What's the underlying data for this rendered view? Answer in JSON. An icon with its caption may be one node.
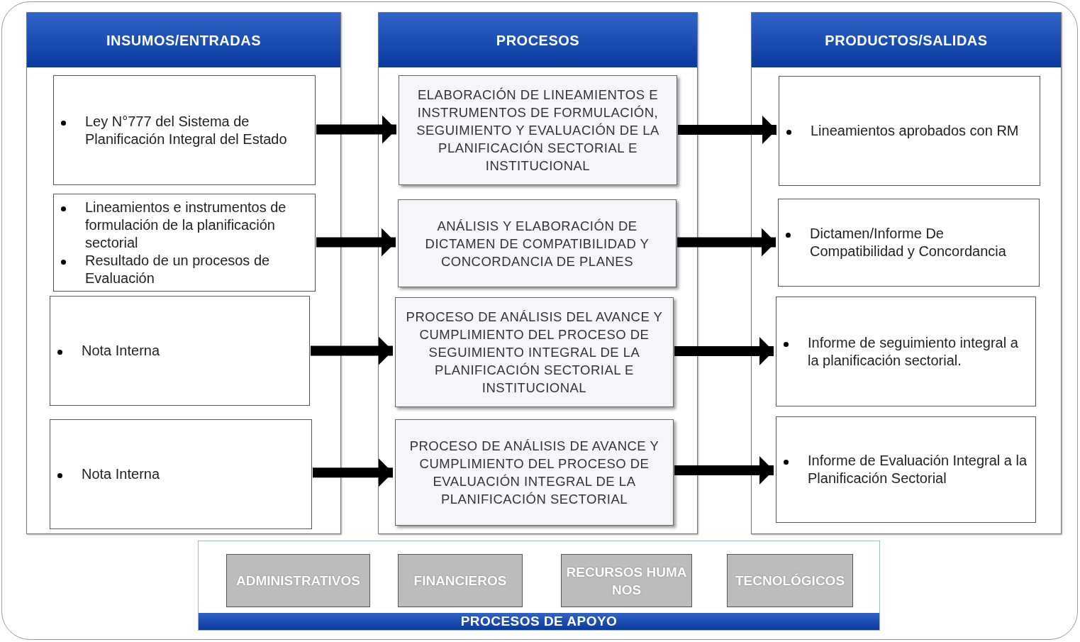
{
  "diagram": {
    "nodes": [
      {
        "text": [
          "INSUMOS/ENTRADAS"
        ]
      },
      {
        "text": [
          "Ley N°777 del Sistema de Planificación Integral del Estado"
        ],
        "in": 0
      },
      {
        "text": [
          "Lineamientos e instrumentos de formulación de la planificación sectorial",
          "Resultado de un procesos de Evaluación"
        ],
        "in": 0
      },
      {
        "text": [
          "Nota Interna"
        ],
        "in": 0
      },
      {
        "text": [
          "Nota Interna"
        ],
        "in": 0
      },
      {
        "text": [
          "PROCESOS"
        ]
      },
      {
        "text": [
          "ELABORACIÓN DE LINEAMIENTOS E INSTRUMENTOS DE FORMULACIÓN, SEGUIMIENTO Y EVALUACIÓN DE LA PLANIFICACIÓN SECTORIAL E INSTITUCIONAL"
        ],
        "in": 5
      },
      {
        "text": [
          "ANÁLISIS Y ELABORACIÓN DE DICTAMEN DE COMPATIBILIDAD Y CONCORDANCIA DE PLANES"
        ],
        "in": 5
      },
      {
        "text": [
          "PROCESO DE ANÁLISIS DEL AVANCE Y CUMPLIMIENTO DEL PROCESO DE SEGUIMIENTO INTEGRAL DE LA PLANIFICACIÓN SECTORIAL E INSTITUCIONAL"
        ],
        "in": 5
      },
      {
        "text": [
          "PROCESO DE ANÁLISIS DE AVANCE Y CUMPLIMIENTO DEL PROCESO DE EVALUACIÓN INTEGRAL DE LA PLANIFICACIÓN SECTORIAL"
        ],
        "in": 5
      },
      {
        "text": [
          "PRODUCTOS/SALIDAS"
        ]
      },
      {
        "text": [
          "Lineamientos aprobados con RM"
        ],
        "in": 10
      },
      {
        "text": [
          "Dictamen/Informe De Compatibilidad y Concordancia"
        ],
        "in": 10
      },
      {
        "text": [
          "Informe de seguimiento integral a la planificación sectorial."
        ],
        "in": 10
      },
      {
        "text": [
          "Informe de Evaluación Integral a la Planificación Sectorial"
        ],
        "in": 10
      },
      {
        "text": [
          "PROCESOS DE APOYO"
        ]
      },
      {
        "text": [
          "ADMINISTRATIVOS"
        ],
        "in": 15
      },
      {
        "text": [
          "FINANCIEROS"
        ],
        "in": 15
      },
      {
        "text": [
          "RECURSOS HUMANOS"
        ],
        "in": 15
      },
      {
        "text": [
          "TECNOLÓGICOS"
        ],
        "in": 15
      }
    ],
    "edges": [
      {
        "from": 1,
        "to": 6,
        "arrow": "to"
      },
      {
        "from": 2,
        "to": 7,
        "arrow": "to"
      },
      {
        "from": 3,
        "to": 8,
        "arrow": "to"
      },
      {
        "from": 4,
        "to": 9,
        "arrow": "to"
      },
      {
        "from": 6,
        "to": 11,
        "arrow": "to"
      },
      {
        "from": 7,
        "to": 12,
        "arrow": "to"
      },
      {
        "from": 8,
        "to": 13,
        "arrow": "to"
      },
      {
        "from": 9,
        "to": 14,
        "arrow": "to"
      }
    ]
  }
}
